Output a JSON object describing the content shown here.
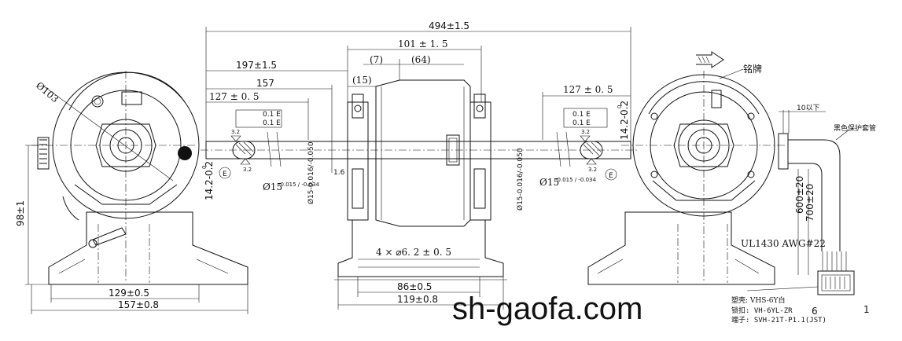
{
  "dimensions": {
    "overall_length": "494±1.5",
    "rotor_length": "101 ± 1. 5",
    "offset_7": "(7)",
    "offset_64": "(64)",
    "offset_15": "(15)",
    "shaft_197": "197±1.5",
    "shaft_157": "157",
    "left_127": "127 ± 0. 5",
    "right_127": "127 ± 0. 5",
    "diameter_103": "Ø103",
    "tolerance_01_e": "0.1  E",
    "roughness_32": "3.2",
    "flat_142": "14.2-0.2",
    "flat_142_upper": "0",
    "shaft_dia_15_main": "Ø15",
    "shaft_dia_15_tol": "-0.015 / -0.034",
    "shaft_dia_15_alt": "Ø15-0.016/-0.050",
    "groove_16": "1.6",
    "height_98": "98±1",
    "base_129": "129±0.5",
    "base_157": "157±0.8",
    "holes_4x62": "4 × ⌀6. 2 ± 0. 5",
    "center_86": "86±0.5",
    "center_119": "119±0.8",
    "lead_700": "700±20",
    "lead_600": "600±20",
    "less_10": "10以下",
    "datum_e": "E"
  },
  "notes": {
    "nameplate": "铭牌",
    "sleeve": "黑色保护套管",
    "wire_spec": "UL1430 AWG#22",
    "housing": "塑壳: VHS-6Y白",
    "lock": "锁扣: VH-6YL-ZR",
    "terminal": "端子: SVH-21T-P1.1(JST)",
    "pin_6": "6",
    "pin_1": "1"
  },
  "watermark": "sh-gaofa.com"
}
